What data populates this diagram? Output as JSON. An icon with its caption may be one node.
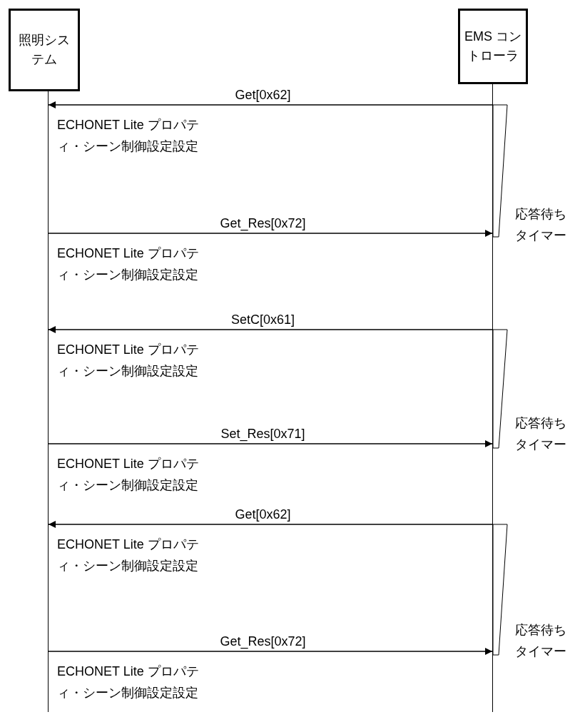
{
  "diagram": {
    "nodes": [
      {
        "text": [
          "照明システム"
        ]
      },
      {
        "text": [
          "EMS コントローラ"
        ]
      },
      {
        "text": [],
        "shape": "bar"
      },
      {
        "text": [],
        "shape": "bar"
      },
      {
        "text": [],
        "shape": "bar",
        "beside": [
          "応答待ちタイマー"
        ]
      },
      {
        "text": [],
        "shape": "bar",
        "beside": [
          "応答待ちタイマー"
        ]
      },
      {
        "text": [],
        "shape": "bar",
        "beside": [
          "応答待ちタイマー"
        ]
      }
    ],
    "edges": [
      {
        "from": 3,
        "to": 2,
        "arrow": "to",
        "label": "Get[0x62]"
      },
      {
        "from": 2,
        "to": 3,
        "arrow": "to",
        "label": "Get_Res[0x72]"
      },
      {
        "from": 3,
        "to": 2,
        "arrow": "to",
        "label": "SetC[0x61]"
      },
      {
        "from": 2,
        "to": 3,
        "arrow": "to",
        "label": "Set_Res[0x71]"
      },
      {
        "from": 3,
        "to": 2,
        "arrow": "to",
        "label": "Get[0x62]"
      },
      {
        "from": 2,
        "to": 3,
        "arrow": "to",
        "label": "Get_Res[0x72]"
      }
    ],
    "labels": [
      "ECHONET Lite プロパティ・シーン制御設定設定",
      "ECHONET Lite プロパティ・シーン制御設定設定",
      "ECHONET Lite プロパティ・シーン制御設定設定",
      "ECHONET Lite プロパティ・シーン制御設定設定",
      "ECHONET Lite プロパティ・シーン制御設定設定",
      "ECHONET Lite プロパティ・シーン制御設定設定"
    ]
  }
}
